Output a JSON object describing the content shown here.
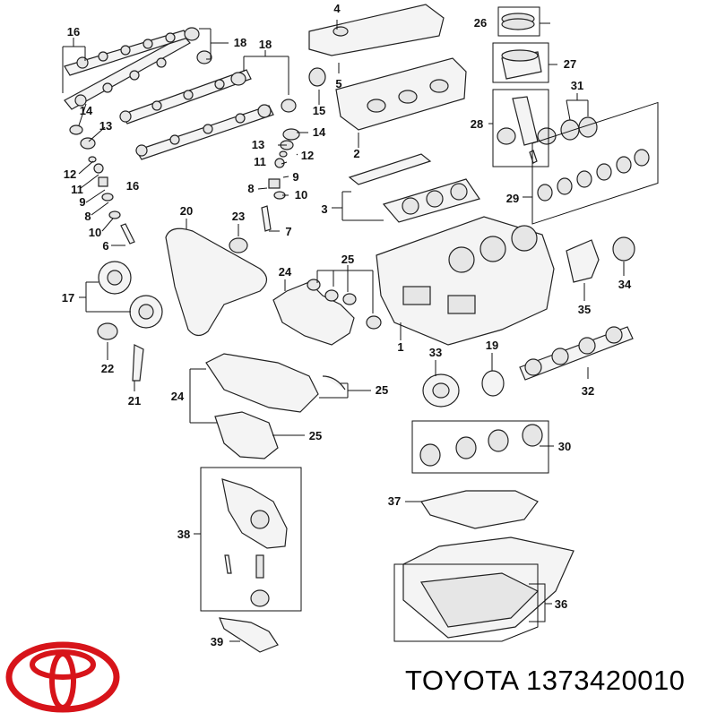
{
  "brand": {
    "name": "TOYOTA",
    "part_number": "1373420010",
    "logo_color": "#d7141a"
  },
  "callouts": [
    {
      "n": "1"
    },
    {
      "n": "2"
    },
    {
      "n": "3"
    },
    {
      "n": "4"
    },
    {
      "n": "5"
    },
    {
      "n": "6"
    },
    {
      "n": "7"
    },
    {
      "n": "8"
    },
    {
      "n": "8"
    },
    {
      "n": "9"
    },
    {
      "n": "9"
    },
    {
      "n": "10"
    },
    {
      "n": "10"
    },
    {
      "n": "11"
    },
    {
      "n": "11"
    },
    {
      "n": "12"
    },
    {
      "n": "12"
    },
    {
      "n": "13"
    },
    {
      "n": "13"
    },
    {
      "n": "14"
    },
    {
      "n": "14"
    },
    {
      "n": "15"
    },
    {
      "n": "16"
    },
    {
      "n": "16"
    },
    {
      "n": "17"
    },
    {
      "n": "18"
    },
    {
      "n": "18"
    },
    {
      "n": "19"
    },
    {
      "n": "20"
    },
    {
      "n": "21"
    },
    {
      "n": "22"
    },
    {
      "n": "23"
    },
    {
      "n": "24"
    },
    {
      "n": "24"
    },
    {
      "n": "25"
    },
    {
      "n": "25"
    },
    {
      "n": "25"
    },
    {
      "n": "26"
    },
    {
      "n": "27"
    },
    {
      "n": "28"
    },
    {
      "n": "29"
    },
    {
      "n": "30"
    },
    {
      "n": "31"
    },
    {
      "n": "32"
    },
    {
      "n": "33"
    },
    {
      "n": "34"
    },
    {
      "n": "35"
    },
    {
      "n": "36"
    },
    {
      "n": "37"
    },
    {
      "n": "38"
    },
    {
      "n": "39"
    }
  ]
}
